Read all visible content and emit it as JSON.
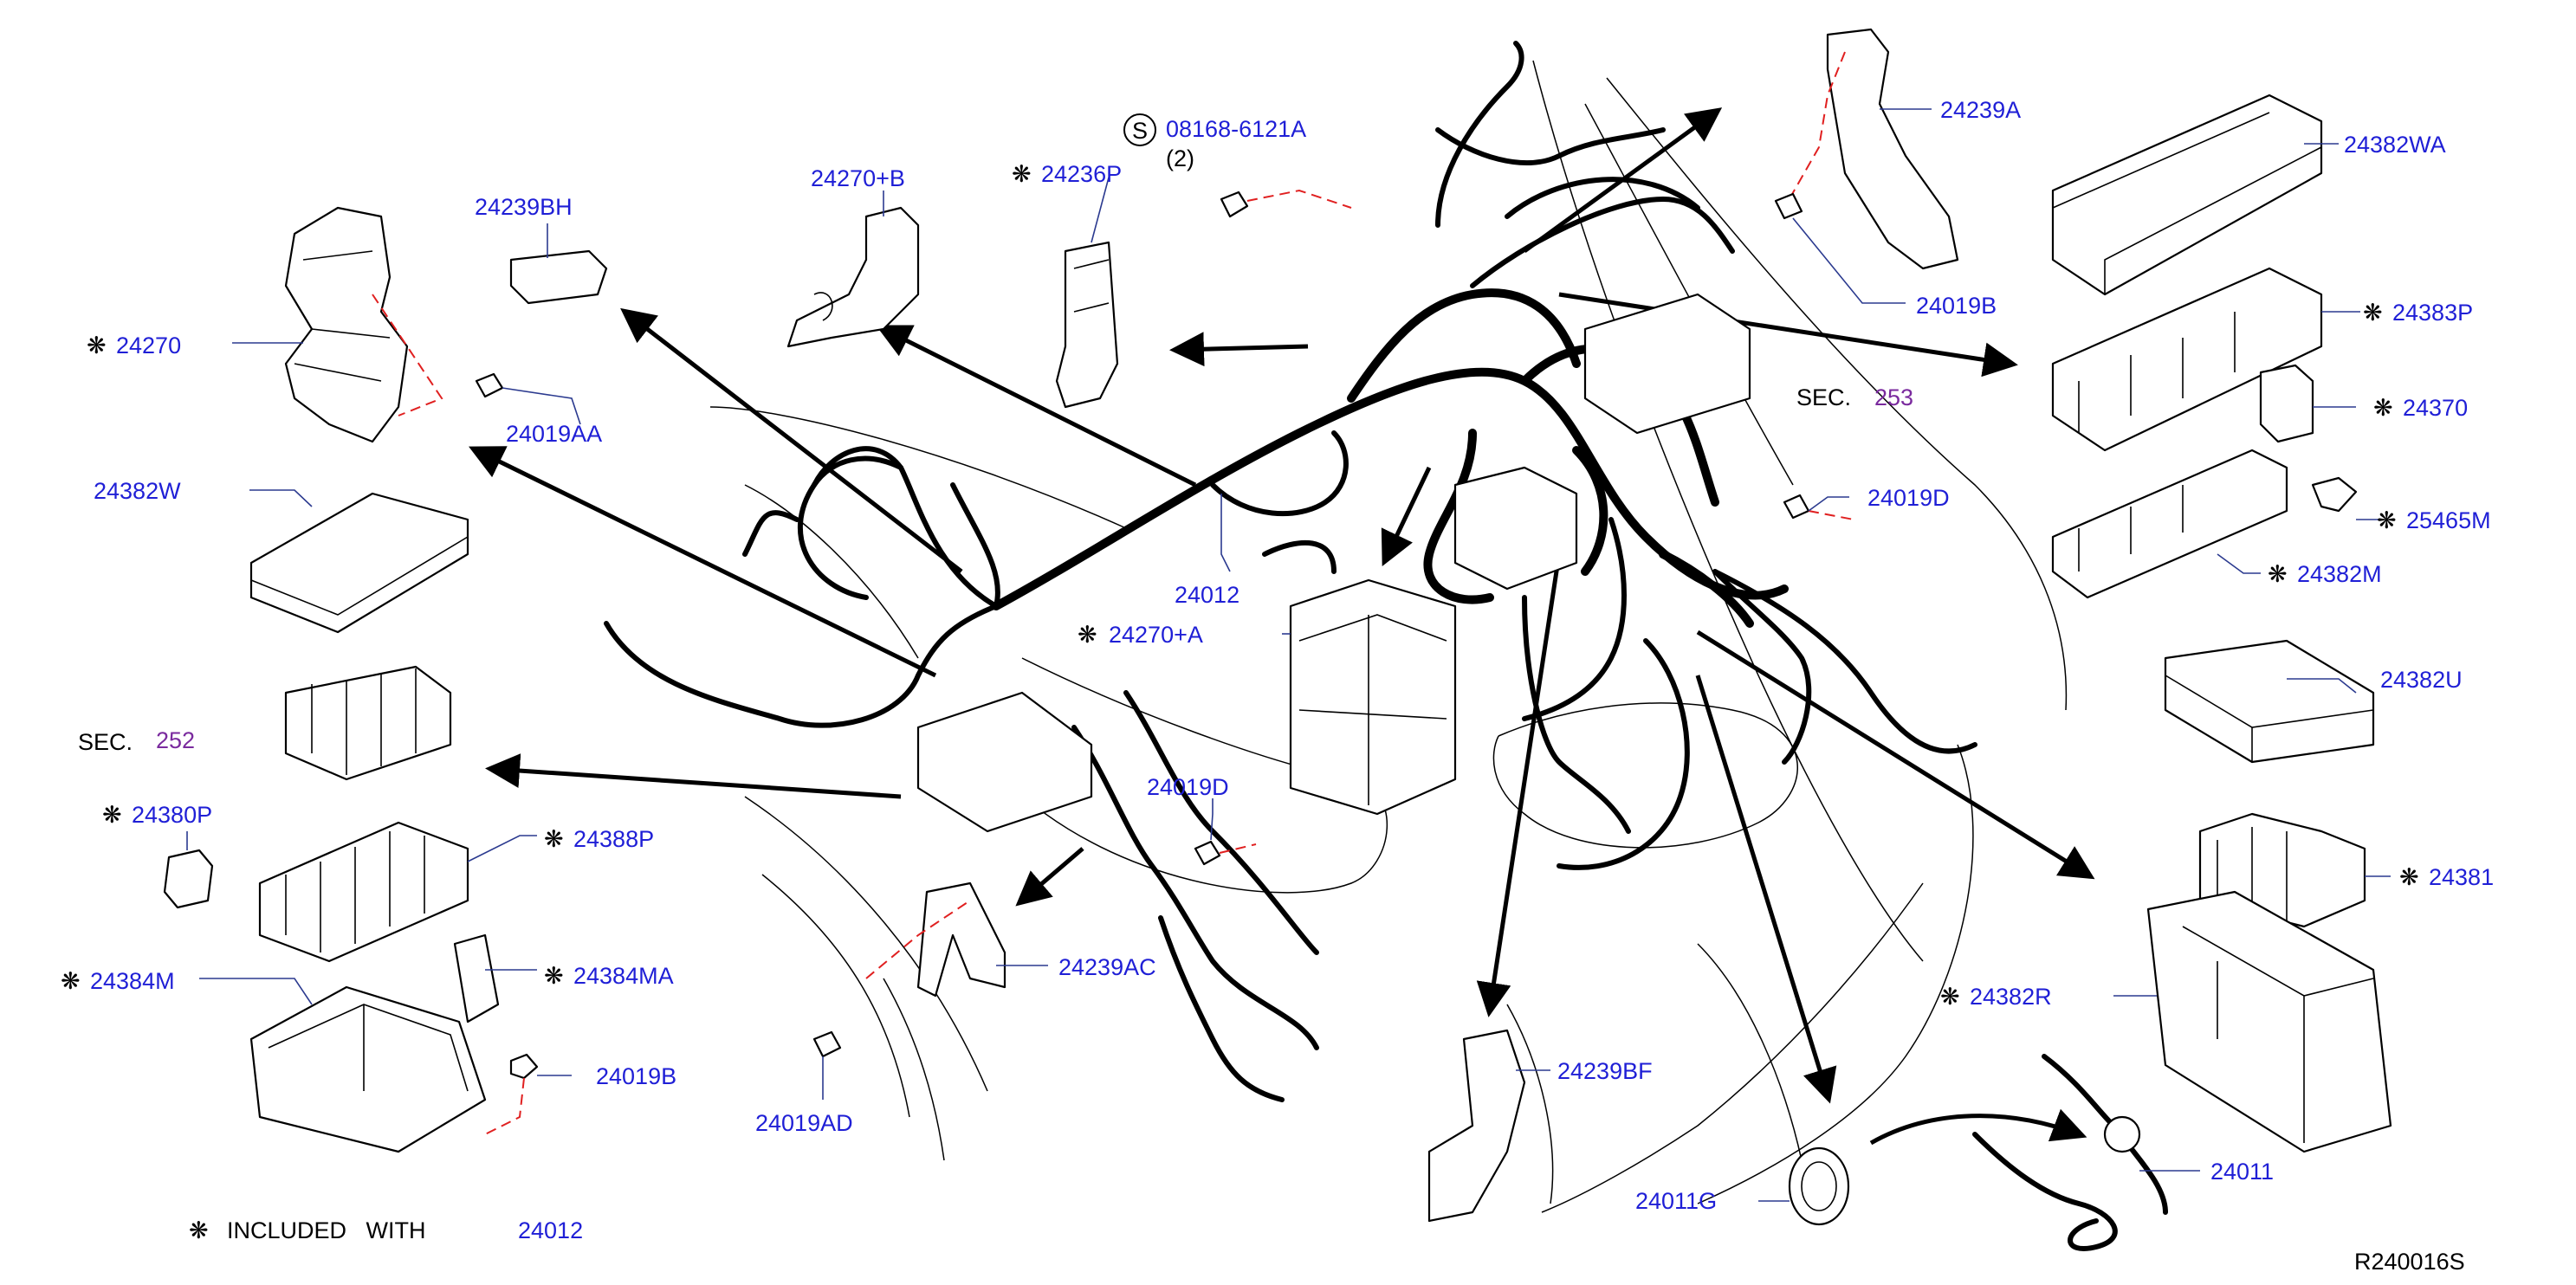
{
  "diagram_id": "R240016S",
  "included_mark": "❋",
  "footnote": {
    "mark": "❋",
    "text": "INCLUDED   WITH",
    "ref": "24012"
  },
  "sections": [
    {
      "prefix": "SEC.",
      "number": "253"
    },
    {
      "prefix": "SEC.",
      "number": "252"
    }
  ],
  "bolt_callout": {
    "symbol": "S",
    "part": "08168-6121A",
    "qty": "(2)"
  },
  "labels": [
    {
      "id": "24239BH",
      "text": "24239BH",
      "marked": false
    },
    {
      "id": "24270+B",
      "text": "24270+B",
      "marked": false
    },
    {
      "id": "24236P",
      "text": "24236P",
      "marked": true
    },
    {
      "id": "24239A",
      "text": "24239A",
      "marked": false
    },
    {
      "id": "24382WA",
      "text": "24382WA",
      "marked": false
    },
    {
      "id": "24270",
      "text": "24270",
      "marked": true
    },
    {
      "id": "24019AA",
      "text": "24019AA",
      "marked": false
    },
    {
      "id": "24019B-top",
      "text": "24019B",
      "marked": false
    },
    {
      "id": "24383P",
      "text": "24383P",
      "marked": true
    },
    {
      "id": "24370",
      "text": "24370",
      "marked": true
    },
    {
      "id": "24382W",
      "text": "24382W",
      "marked": false
    },
    {
      "id": "24019D-right",
      "text": "24019D",
      "marked": false
    },
    {
      "id": "25465M",
      "text": "25465M",
      "marked": true
    },
    {
      "id": "24382M",
      "text": "24382M",
      "marked": true
    },
    {
      "id": "24012",
      "text": "24012",
      "marked": false
    },
    {
      "id": "24270+A",
      "text": "24270+A",
      "marked": true
    },
    {
      "id": "24382U",
      "text": "24382U",
      "marked": false
    },
    {
      "id": "24380P",
      "text": "24380P",
      "marked": true
    },
    {
      "id": "24019D-mid",
      "text": "24019D",
      "marked": false
    },
    {
      "id": "24388P",
      "text": "24388P",
      "marked": true
    },
    {
      "id": "24381",
      "text": "24381",
      "marked": true
    },
    {
      "id": "24239AC",
      "text": "24239AC",
      "marked": false
    },
    {
      "id": "24384M",
      "text": "24384M",
      "marked": true
    },
    {
      "id": "24384MA",
      "text": "24384MA",
      "marked": true
    },
    {
      "id": "24382R",
      "text": "24382R",
      "marked": true
    },
    {
      "id": "24019B-bottom",
      "text": "24019B",
      "marked": false
    },
    {
      "id": "24239BF",
      "text": "24239BF",
      "marked": false
    },
    {
      "id": "24019AD",
      "text": "24019AD",
      "marked": false
    },
    {
      "id": "24011",
      "text": "24011",
      "marked": false
    },
    {
      "id": "24011G",
      "text": "24011G",
      "marked": false
    }
  ],
  "colors": {
    "part_number": "#1f1fd6",
    "section_number": "#7a2a9e",
    "leader": "#2b3a8f",
    "phantom_line": "#e02020",
    "line_art": "#000000"
  }
}
